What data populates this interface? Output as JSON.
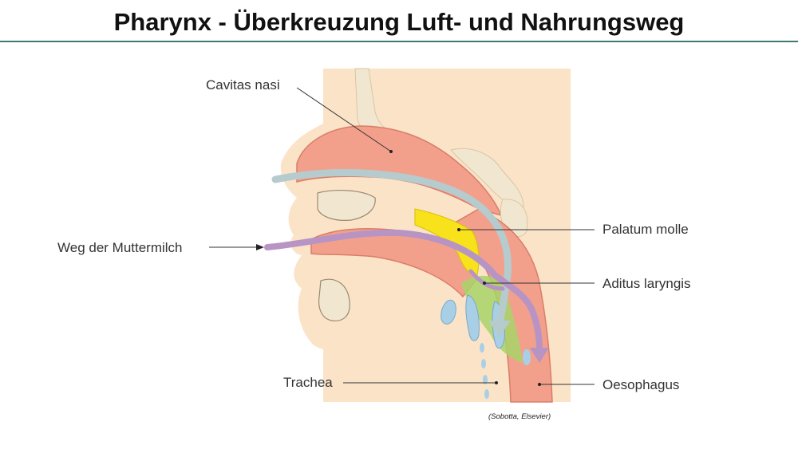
{
  "title": "Pharynx - Überkreuzung Luft- und Nahrungsweg",
  "labels": {
    "cavitas_nasi": "Cavitas nasi",
    "weg_muttermilch": "Weg der Muttermilch",
    "palatum_molle": "Palatum molle",
    "aditus_laryngis": "Aditus laryngis",
    "trachea": "Trachea",
    "oesophagus": "Oesophagus"
  },
  "credit": "(Sobotta, Elsevier)",
  "colors": {
    "title_rule": "#3f7a6e",
    "background_tissue": "#fbe3c8",
    "mucosa": "#f2a08c",
    "bone": "#f1e7d0",
    "soft_palate": "#f7e21b",
    "epiglottis_region": "#a8d468",
    "cartilage": "#a9cfe6",
    "air_path": "#b6cbcd",
    "milk_path": "#b794c4"
  }
}
